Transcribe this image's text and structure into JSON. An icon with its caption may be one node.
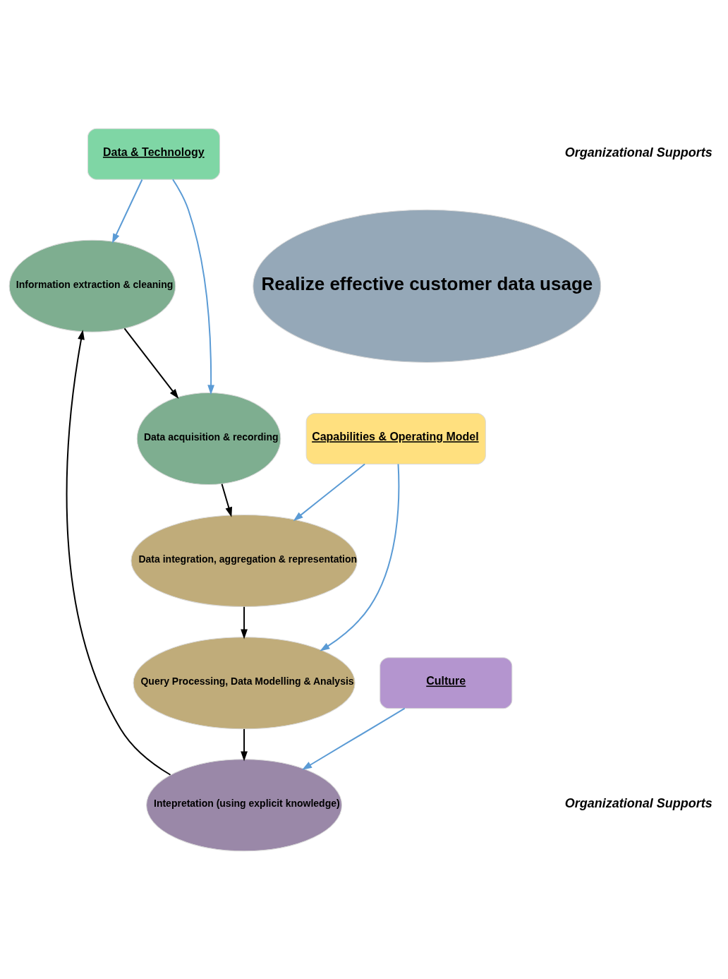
{
  "diagram": {
    "nodes": [
      {
        "text": [
          "Data & Technology"
        ]
      },
      {
        "text": [
          "Capabilities & Operating Model"
        ]
      },
      {
        "text": [
          "Realize effective customer data usage"
        ]
      },
      {
        "text": [
          "Data integration, aggregation & representation"
        ]
      },
      {
        "text": [
          "Query Processing, Data Modelling & Analysis"
        ]
      },
      {
        "text": [
          "Intepretation (using explicit knowledge)"
        ]
      },
      {
        "text": [
          "Information extraction & cleaning"
        ]
      },
      {
        "text": [
          "Data acquisition & recording"
        ]
      },
      {
        "text": [
          "Culture"
        ]
      }
    ],
    "edges": [
      {
        "from": 7,
        "to": 3,
        "arrow": "to"
      },
      {
        "from": 3,
        "to": 4,
        "arrow": "to"
      },
      {
        "from": 4,
        "to": 5,
        "arrow": "to"
      },
      {
        "from": 5,
        "to": 6,
        "arrow": "to"
      },
      {
        "from": 6,
        "to": 7,
        "arrow": "to"
      },
      {
        "from": 0,
        "to": 7,
        "arrow": "to",
        "color": "#5b9bd5"
      },
      {
        "from": 0,
        "to": 6,
        "arrow": "to",
        "color": "#5b9bd5"
      },
      {
        "from": 1,
        "to": 3,
        "arrow": "to",
        "color": "#5b9bd5"
      },
      {
        "from": 1,
        "to": 4,
        "arrow": "to",
        "color": "#5b9bd5"
      },
      {
        "from": 8,
        "to": 5,
        "arrow": "to",
        "color": "#5b9bd5"
      }
    ],
    "labels": [
      "Organizational Supports",
      "Organizational Supports"
    ]
  }
}
